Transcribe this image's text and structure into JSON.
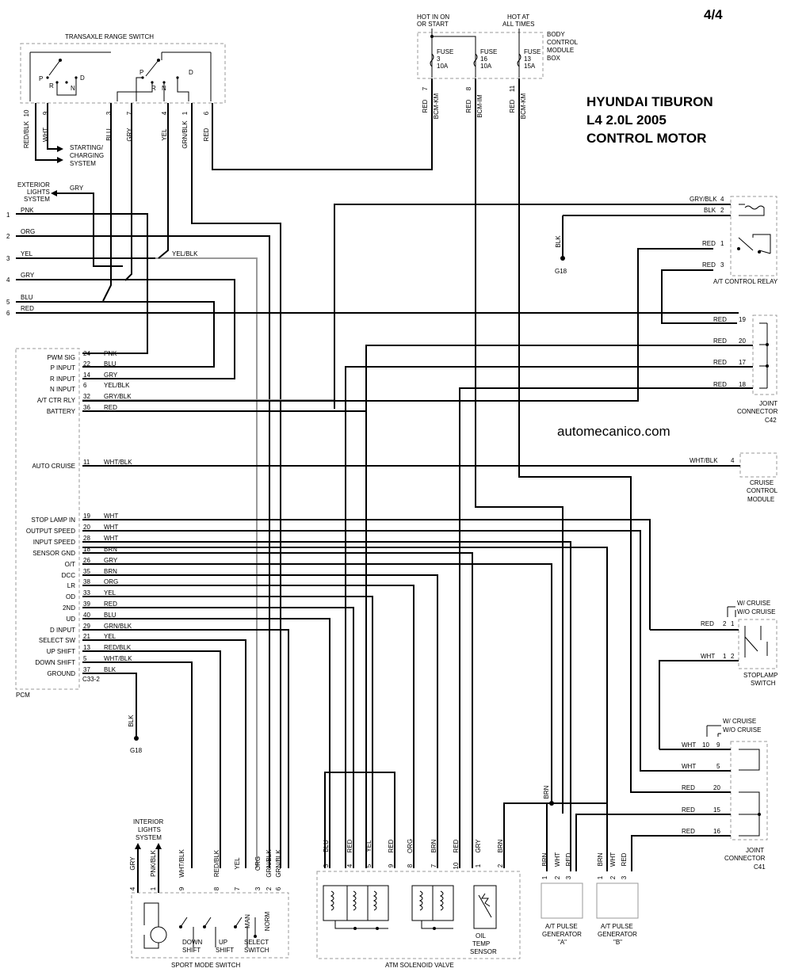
{
  "header": {
    "page_num": "4/4",
    "title": [
      "HYUNDAI TIBURON",
      "L4 2.0L 2005",
      "CONTROL MOTOR"
    ],
    "watermark": "automecanico.com"
  },
  "transaxle_switch": {
    "title": "TRANSAXLE RANGE SWITCH",
    "positions": [
      "P",
      "R",
      "N",
      "D"
    ],
    "pins": [
      {
        "num": "10",
        "color": "RED/BLK"
      },
      {
        "num": "9",
        "color": "WHT"
      },
      {
        "num": "3",
        "color": "BLU"
      },
      {
        "num": "7",
        "color": "GRY"
      },
      {
        "num": "4",
        "color": "YEL"
      },
      {
        "num": "1",
        "color": "GRN/BLK"
      },
      {
        "num": "6",
        "color": "RED"
      }
    ],
    "starting_label": [
      "STARTING/",
      "CHARGING",
      "SYSTEM"
    ]
  },
  "bcm": {
    "hot_run": [
      "HOT IN ON",
      "OR START"
    ],
    "hot_always": [
      "HOT AT",
      "ALL TIMES"
    ],
    "label": [
      "BODY",
      "CONTROL",
      "MODULE",
      "BOX"
    ],
    "fuses": [
      {
        "name": "FUSE",
        "num": "3",
        "amps": "10A"
      },
      {
        "name": "FUSE",
        "num": "16",
        "amps": "10A"
      },
      {
        "name": "FUSE",
        "num": "13",
        "amps": "15A"
      }
    ],
    "pins": [
      {
        "num": "7",
        "code": "BCM-KM",
        "color": "RED"
      },
      {
        "num": "8",
        "code": "BCM-IM",
        "color": "RED"
      },
      {
        "num": "11",
        "code": "BCM-KM",
        "color": "RED"
      }
    ]
  },
  "exterior_lights": {
    "label": [
      "EXTERIOR",
      "LIGHTS",
      "SYSTEM"
    ],
    "color": "GRY"
  },
  "left_wires": [
    {
      "num": "1",
      "color": "PNK"
    },
    {
      "num": "2",
      "color": "ORG"
    },
    {
      "num": "3",
      "color": "YEL"
    },
    {
      "num": "4",
      "color": "GRY"
    },
    {
      "num": "5",
      "color": "BLU"
    },
    {
      "num": "6",
      "color": "RED"
    }
  ],
  "yel_blk": "YEL/BLK",
  "pcm": {
    "label": "PCM",
    "connector": "C33-2",
    "ground": "G18",
    "pins": [
      {
        "name": "PWM SIG",
        "num": "24",
        "color": "PNK"
      },
      {
        "name": "P INPUT",
        "num": "22",
        "color": "BLU"
      },
      {
        "name": "R INPUT",
        "num": "14",
        "color": "GRY"
      },
      {
        "name": "N INPUT",
        "num": "6",
        "color": "YEL/BLK"
      },
      {
        "name": "A/T CTR RLY",
        "num": "32",
        "color": "GRY/BLK"
      },
      {
        "name": "BATTERY",
        "num": "36",
        "color": "RED"
      },
      {
        "name": "AUTO CRUISE",
        "num": "11",
        "color": "WHT/BLK"
      },
      {
        "name": "STOP LAMP IN",
        "num": "19",
        "color": "WHT"
      },
      {
        "name": "OUTPUT SPEED",
        "num": "20",
        "color": "WHT"
      },
      {
        "name": "INPUT SPEED",
        "num": "28",
        "color": "WHT"
      },
      {
        "name": "SENSOR GND",
        "num": "18",
        "color": "BRN"
      },
      {
        "name": "O/T",
        "num": "26",
        "color": "GRY"
      },
      {
        "name": "DCC",
        "num": "35",
        "color": "BRN"
      },
      {
        "name": "LR",
        "num": "38",
        "color": "ORG"
      },
      {
        "name": "OD",
        "num": "33",
        "color": "YEL"
      },
      {
        "name": "2ND",
        "num": "39",
        "color": "RED"
      },
      {
        "name": "UD",
        "num": "40",
        "color": "BLU"
      },
      {
        "name": "D INPUT",
        "num": "29",
        "color": "GRN/BLK"
      },
      {
        "name": "SELECT SW",
        "num": "21",
        "color": "YEL"
      },
      {
        "name": "UP SHIFT",
        "num": "13",
        "color": "RED/BLK"
      },
      {
        "name": "DOWN SHIFT",
        "num": "5",
        "color": "WHT/BLK"
      },
      {
        "name": "GROUND",
        "num": "37",
        "color": "BLK"
      }
    ]
  },
  "relay": {
    "label": "A/T CONTROL RELAY",
    "pins": [
      {
        "num": "4",
        "color": "GRY/BLK"
      },
      {
        "num": "2",
        "color": "BLK"
      },
      {
        "num": "1",
        "color": "RED"
      },
      {
        "num": "3",
        "color": "RED"
      }
    ],
    "ground_color": "BLK",
    "ground": "G18"
  },
  "c42": {
    "label": [
      "JOINT",
      "CONNECTOR",
      "C42"
    ],
    "pins": [
      {
        "num": "19",
        "color": "RED"
      },
      {
        "num": "20",
        "color": "RED"
      },
      {
        "num": "17",
        "color": "RED"
      },
      {
        "num": "18",
        "color": "RED"
      }
    ]
  },
  "cruise_module": {
    "label": [
      "CRUISE",
      "CONTROL",
      "MODULE"
    ],
    "pin": "4",
    "color": "WHT/BLK"
  },
  "stoplamp": {
    "label": [
      "STOPLAMP",
      "SWITCH"
    ],
    "w_cruise": "W/ CRUISE",
    "wo_cruise": "W/O CRUISE",
    "red_pins": [
      "2",
      "1"
    ],
    "wht_pins": [
      "1",
      "2"
    ],
    "red": "RED",
    "wht": "WHT"
  },
  "c41": {
    "label": [
      "JOINT",
      "CONNECTOR",
      "C41"
    ],
    "w_cruise": "W/ CRUISE",
    "wo_cruise": "W/O CRUISE",
    "pins": [
      {
        "num": "10",
        "num2": "9",
        "color": "WHT"
      },
      {
        "num": "5",
        "color": "WHT"
      },
      {
        "num": "20",
        "color": "RED"
      },
      {
        "num": "15",
        "color": "RED"
      },
      {
        "num": "16",
        "color": "RED"
      }
    ]
  },
  "sport_mode": {
    "title": "SPORT MODE SWITCH",
    "interior": [
      "INTERIOR",
      "LIGHTS",
      "SYSTEM"
    ],
    "pins": [
      {
        "num": "4",
        "color": "GRY"
      },
      {
        "num": "1",
        "color": "PNK/BLK"
      },
      {
        "num": "9",
        "color": "WHT/BLK"
      },
      {
        "num": "8",
        "color": "RED/BLK"
      },
      {
        "num": "7",
        "color": "YEL"
      },
      {
        "num": "3",
        "color": "ORG"
      },
      {
        "num": "2",
        "color": "GRN/BLK"
      },
      {
        "num": "6",
        "color": "GRN/BLK"
      }
    ],
    "labels": {
      "down": [
        "DOWN",
        "SHIFT"
      ],
      "up": [
        "UP",
        "SHIFT"
      ],
      "select": [
        "SELECT",
        "SWITCH"
      ],
      "man": "MAN",
      "norm": "NORM"
    }
  },
  "atm_valve": {
    "title": "ATM SOLENOID VALVE",
    "pins": [
      {
        "num": "3",
        "color": "BLU"
      },
      {
        "num": "4",
        "color": "RED"
      },
      {
        "num": "5",
        "color": "YEL"
      },
      {
        "num": "9",
        "color": "RED"
      },
      {
        "num": "8",
        "color": "ORG"
      },
      {
        "num": "7",
        "color": "BRN"
      },
      {
        "num": "10",
        "color": "RED"
      },
      {
        "num": "1",
        "color": "GRY"
      },
      {
        "num": "2",
        "color": "BRN"
      }
    ],
    "oil_temp": [
      "OIL",
      "TEMP",
      "SENSOR"
    ]
  },
  "brn_splice": "BRN",
  "gen_a": {
    "label": [
      "A/T PULSE",
      "GENERATOR",
      "\"A\""
    ],
    "pins": [
      {
        "num": "1",
        "color": "BRN"
      },
      {
        "num": "2",
        "color": "WHT"
      },
      {
        "num": "3",
        "color": "RED"
      }
    ]
  },
  "gen_b": {
    "label": [
      "A/T PULSE",
      "GENERATOR",
      "\"B\""
    ],
    "pins": [
      {
        "num": "1",
        "color": "BRN"
      },
      {
        "num": "2",
        "color": "WHT"
      },
      {
        "num": "3",
        "color": "RED"
      }
    ]
  }
}
